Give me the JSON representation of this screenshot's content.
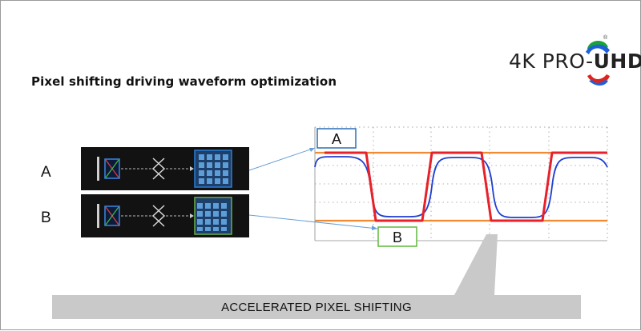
{
  "title": "Pixel shifting driving waveform optimization",
  "logo": {
    "text_prefix": "4K PRO-",
    "text_bold": "UHD",
    "registered_mark": "®",
    "ring_colors": [
      "#1aa33a",
      "#1f5fd8",
      "#e0231b"
    ]
  },
  "rows": [
    {
      "label": "A",
      "frame_color": "#2a7fd6"
    },
    {
      "label": "B",
      "frame_color": "#6ab04c"
    }
  ],
  "callouts": {
    "a": {
      "label": "A",
      "color": "#2a6fb8"
    },
    "b": {
      "label": "B",
      "color": "#5fb83a"
    }
  },
  "waveform": {
    "colors": {
      "fast_drive": "#e8202a",
      "standard_drive": "#1f3fd0",
      "levels": "#f08a33",
      "grid": "#9a9a9a"
    }
  },
  "banner": "ACCELERATED PIXEL SHIFTING"
}
